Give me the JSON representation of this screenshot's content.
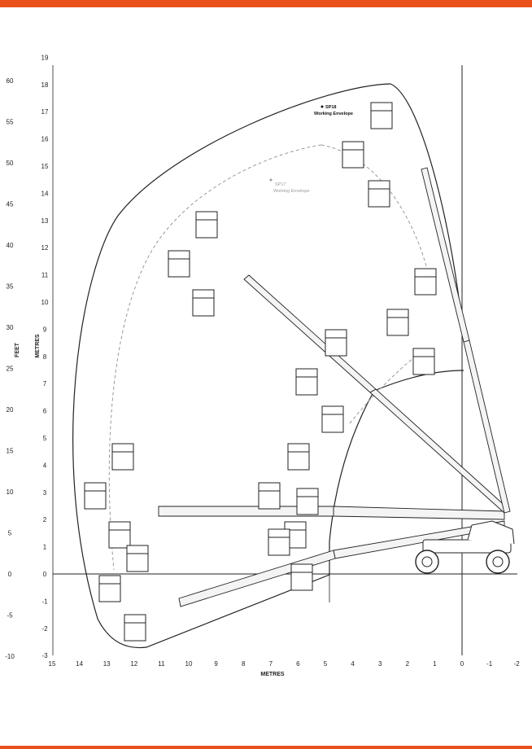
{
  "colors": {
    "accent": "#e8501c",
    "line": "#222222",
    "dashed": "#9a9a9a",
    "boom_fill": "#f4f4f4"
  },
  "labels": {
    "feet_axis": "FEET",
    "metres_axis_vertical": "METRES",
    "metres_axis_horizontal": "METRES",
    "sp18_code": "SP18",
    "sp18_text": "Working Envelope",
    "sp17_code": "SP17",
    "sp17_text": "Working Envelope"
  },
  "feet_ticks": [
    "60",
    "55",
    "50",
    "45",
    "40",
    "35",
    "30",
    "25",
    "20",
    "15",
    "10",
    "5",
    "0",
    "-5",
    "-10"
  ],
  "metre_ticks_vertical": [
    "19",
    "18",
    "17",
    "16",
    "15",
    "14",
    "13",
    "12",
    "11",
    "10",
    "9",
    "8",
    "7",
    "6",
    "5",
    "4",
    "3",
    "2",
    "1",
    "0",
    "-1",
    "-2",
    "-3"
  ],
  "metre_ticks_horizontal": [
    "15",
    "14",
    "13",
    "12",
    "11",
    "10",
    "9",
    "8",
    "7",
    "6",
    "5",
    "4",
    "3",
    "2",
    "1",
    "0",
    "-1",
    "-2"
  ]
}
